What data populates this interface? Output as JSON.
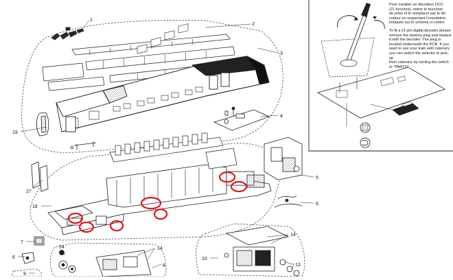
{
  "notes": {
    "french": "Pour installer un décodeur DCC\n(21 broches), retirer le bouchon\nde prise et le remplacer par le dé-\ncodeur en respectant l'orientation\nindiquée sur le schéma ci-contre",
    "english": "To fit a 21-pin digital decoder please\nremove the dummy plug and replace\nit with the decoder. The plug is\nlocated underneath the PCB. If you\nwant to use your train with catenary\nyou can switch the selector to pick-up\nfrom catenary by turning the switch\nto \"PANTO\""
  },
  "part_numbers": [
    "1",
    "2",
    "3",
    "4",
    "5",
    "6",
    "7",
    "8",
    "9",
    "10",
    "13",
    "14",
    "14",
    "18",
    "19",
    "24",
    "27",
    "6"
  ],
  "colors": {
    "line": "#1a1a1a",
    "highlight": "#e0161b",
    "dash": "#444444"
  }
}
